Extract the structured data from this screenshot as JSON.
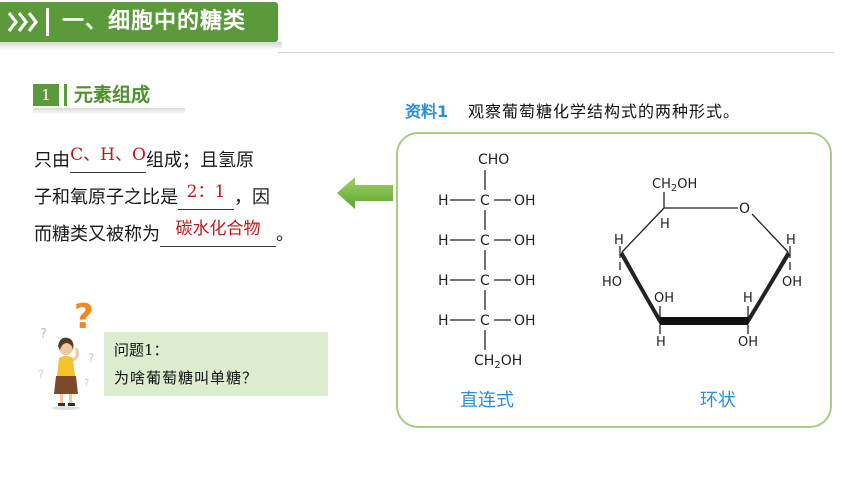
{
  "header": {
    "title": "一、细胞中的糖类"
  },
  "section": {
    "number": "1",
    "title": "元素组成"
  },
  "paragraph": {
    "t1": "只由",
    "a1": "C、H、O",
    "t2": "组成；且氢原",
    "t3": "子和氧原子之比是",
    "a2": "2：1",
    "t4": "，因",
    "t5": "而糖类又被称为",
    "a3": "碳水化合物",
    "t6": "。"
  },
  "question": {
    "line1": "问题1：",
    "line2": "为啥葡萄糖叫单糖？"
  },
  "material": {
    "label": "资料1",
    "text": "观察葡萄糖化学结构式的两种形式。"
  },
  "diagram": {
    "chain": {
      "top": "CHO",
      "rows": [
        {
          "left": "H",
          "c": "C",
          "right": "OH"
        },
        {
          "left": "H",
          "c": "C",
          "right": "OH"
        },
        {
          "left": "H",
          "c": "C",
          "right": "OH"
        },
        {
          "left": "H",
          "c": "C",
          "right": "OH"
        }
      ],
      "bottom": "CH2OH",
      "caption": "直连式"
    },
    "ring": {
      "ch2oh": "CH2OH",
      "o": "O",
      "h_top": "H",
      "h_left": "H",
      "ho_left": "HO",
      "h_right": "H",
      "oh_right": "OH",
      "oh_b1": "OH",
      "h_b1": "H",
      "h_b2": "H",
      "oh_b2": "OH",
      "caption": "环状"
    }
  },
  "colors": {
    "green": "#5a9a3a",
    "answer": "#c0181b",
    "blue": "#2b8fd8",
    "panel_border": "#a9cc88",
    "question_bg": "#dcedcf"
  }
}
